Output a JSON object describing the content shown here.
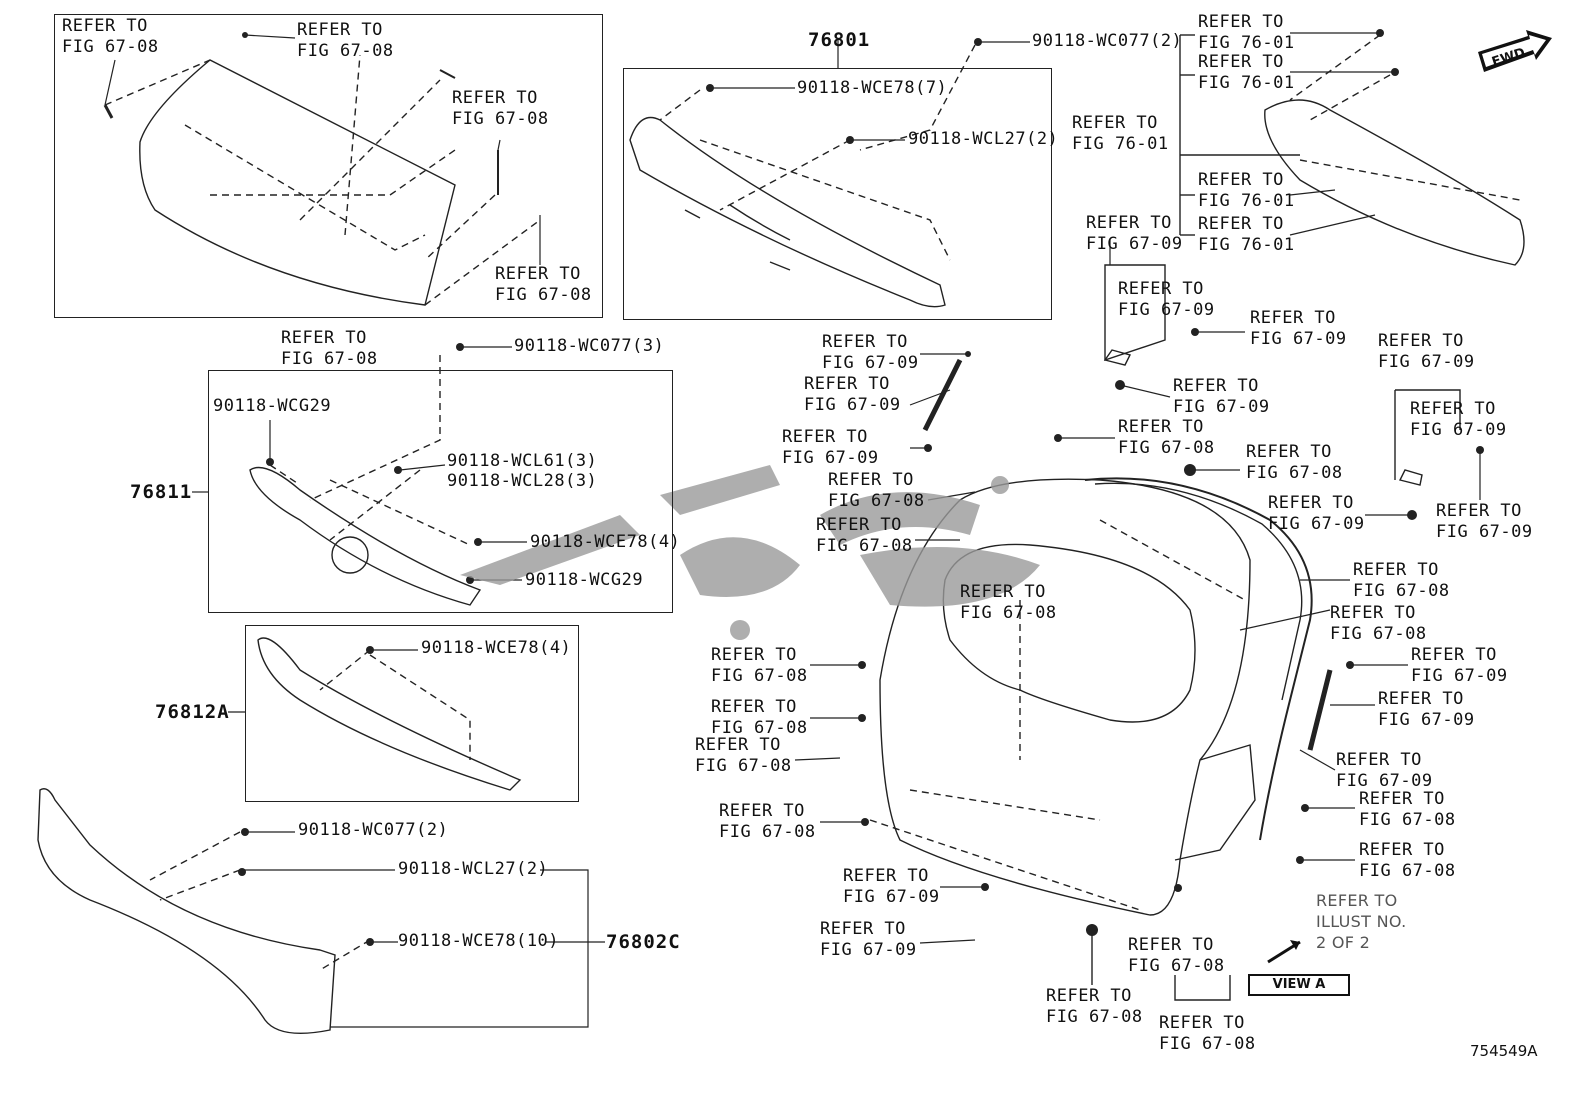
{
  "labels": {
    "refer_fig_67_08": "REFER TO\nFIG 67-08",
    "refer_fig_67_09": "REFER TO\nFIG 67-09",
    "refer_fig_76_01": "REFER TO\nFIG 76-01",
    "refer_illust": "REFER TO\nILLUST NO.\n2 OF 2"
  },
  "part_numbers": {
    "p76801": "76801",
    "p76811": "76811",
    "p76812a": "76812A",
    "p76802c": "76802C"
  },
  "fasteners": {
    "wc077_2": "90118-WC077(2)",
    "wc077_3": "90118-WC077(3)",
    "wce78_7": "90118-WCE78(7)",
    "wcl27_2": "90118-WCL27(2)",
    "wcg29": "90118-WCG29",
    "wcl61_3": "90118-WCL61(3)",
    "wcl28_3": "90118-WCL28(3)",
    "wce78_4": "90118-WCE78(4)",
    "wce78_10": "90118-WCE78(10)"
  },
  "view_a": "VIEW A",
  "fwd": "FWD",
  "doc_number": "754549A"
}
